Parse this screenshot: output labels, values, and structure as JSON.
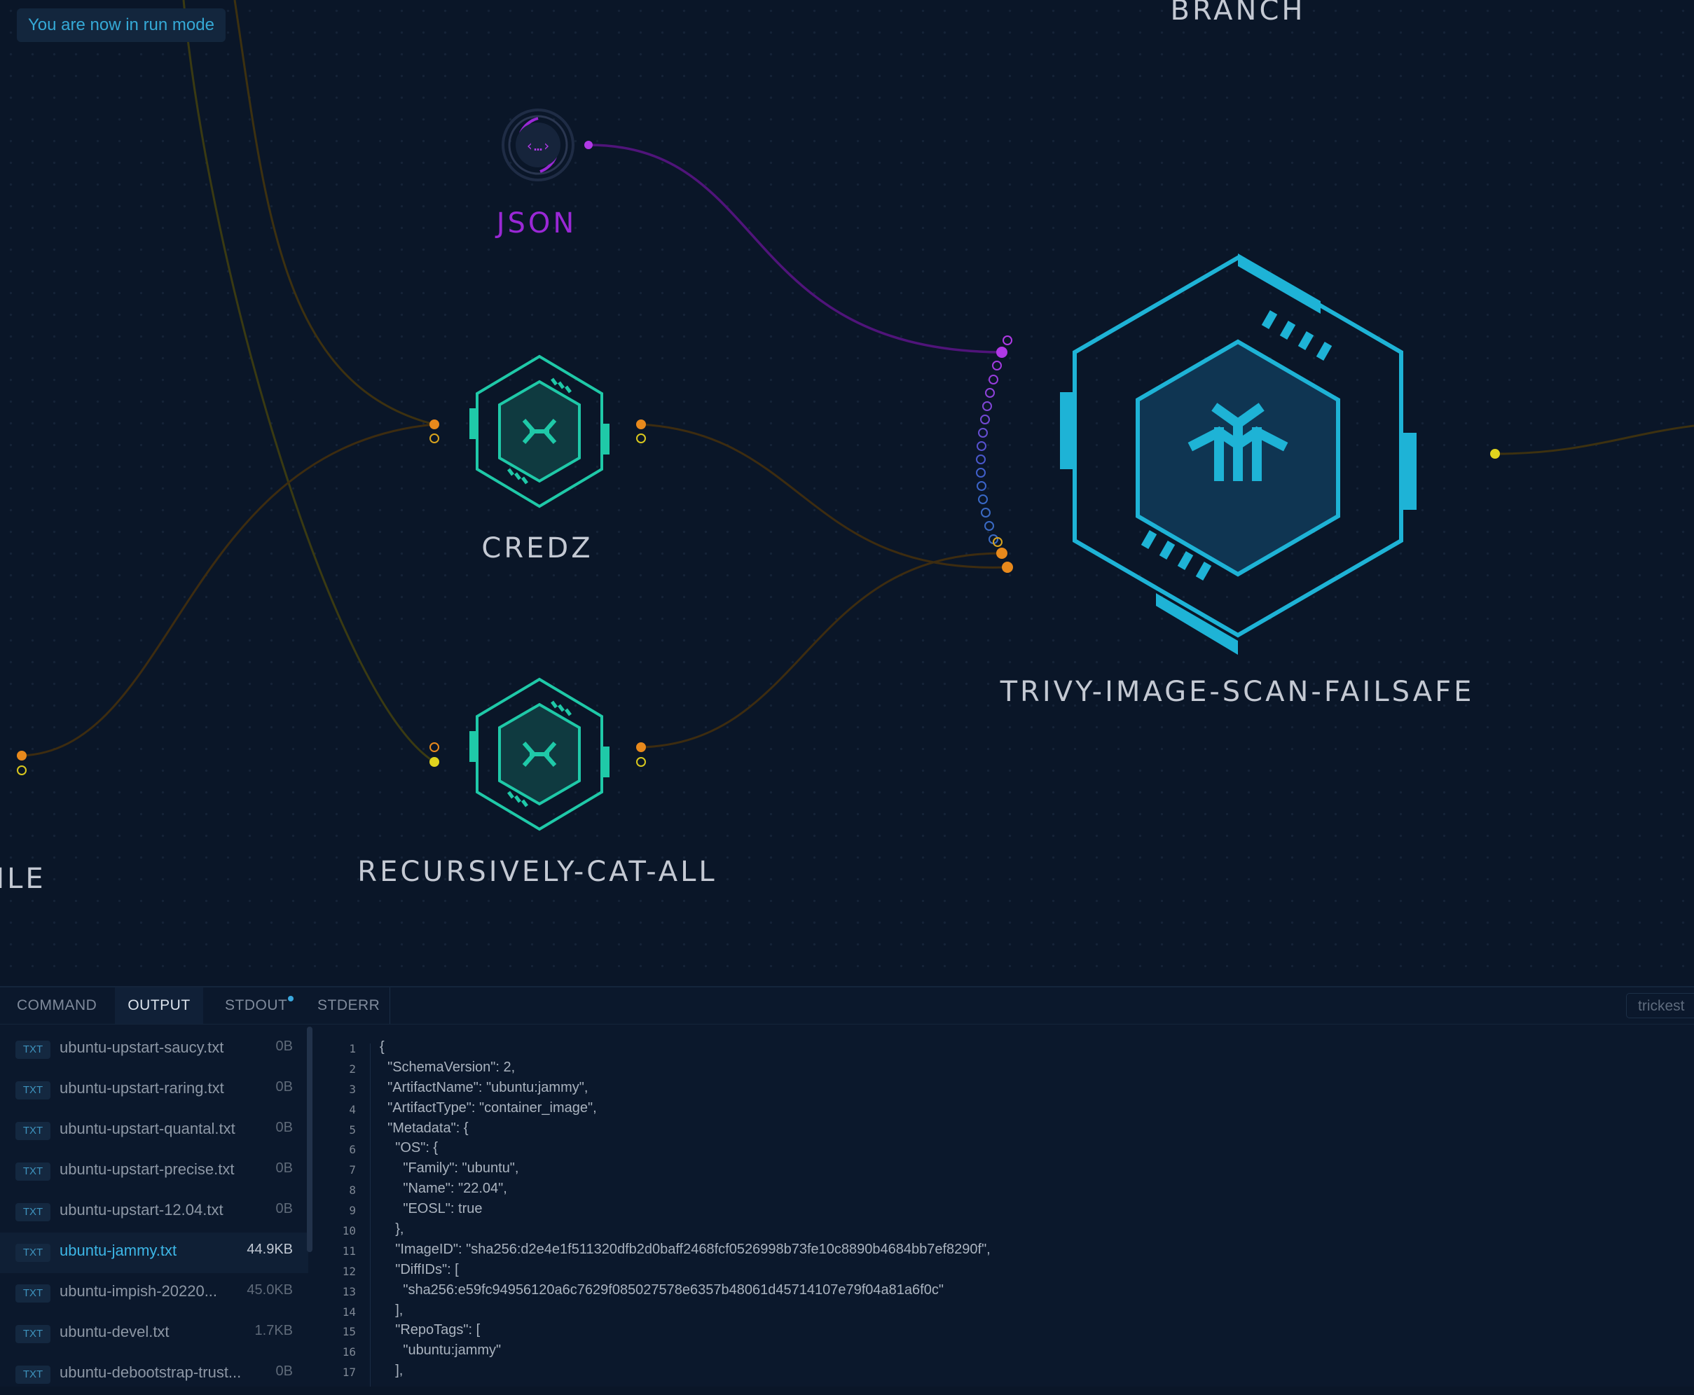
{
  "mode_banner": "You are now in run mode",
  "nodes": {
    "branch": "BRANCH",
    "json": "JSON",
    "credz": "CREDZ",
    "trivy": "TRIVY-IMAGE-SCAN-FAILSAFE",
    "recursive": "RECURSIVELY-CAT-ALL",
    "file_partial": "ILE"
  },
  "colors": {
    "json_accent": "#9a28d6",
    "tool_accent": "#1fc9a8",
    "trivy_accent": "#1eb3d6",
    "edge_orange": "#e8891c",
    "edge_yellow": "#d9c81e",
    "edge_purple": "#8a1eb8"
  },
  "icons": {
    "json": "code-braces-icon",
    "credz": "tool-node-icon",
    "recursive": "tool-node-icon",
    "trivy": "trivy-scan-icon"
  },
  "bottom_panel": {
    "tabs": [
      {
        "label": "COMMAND",
        "active": false
      },
      {
        "label": "OUTPUT",
        "active": true
      },
      {
        "label": "STDOUT",
        "active": false
      },
      {
        "label": "STDERR",
        "active": false
      }
    ],
    "search_placeholder": "trickest",
    "files": [
      {
        "type": "TXT",
        "name": "ubuntu-upstart-saucy.txt",
        "size": "0B",
        "selected": false
      },
      {
        "type": "TXT",
        "name": "ubuntu-upstart-raring.txt",
        "size": "0B",
        "selected": false
      },
      {
        "type": "TXT",
        "name": "ubuntu-upstart-quantal.txt",
        "size": "0B",
        "selected": false
      },
      {
        "type": "TXT",
        "name": "ubuntu-upstart-precise.txt",
        "size": "0B",
        "selected": false
      },
      {
        "type": "TXT",
        "name": "ubuntu-upstart-12.04.txt",
        "size": "0B",
        "selected": false
      },
      {
        "type": "TXT",
        "name": "ubuntu-jammy.txt",
        "size": "44.9KB",
        "selected": true
      },
      {
        "type": "TXT",
        "name": "ubuntu-impish-20220...",
        "size": "45.0KB",
        "selected": false
      },
      {
        "type": "TXT",
        "name": "ubuntu-devel.txt",
        "size": "1.7KB",
        "selected": false
      },
      {
        "type": "TXT",
        "name": "ubuntu-debootstrap-trust...",
        "size": "0B",
        "selected": false
      }
    ],
    "code_lines": [
      {
        "n": "1",
        "text": "{"
      },
      {
        "n": "2",
        "text": "  \"SchemaVersion\": 2,"
      },
      {
        "n": "3",
        "text": "  \"ArtifactName\": \"ubuntu:jammy\","
      },
      {
        "n": "4",
        "text": "  \"ArtifactType\": \"container_image\","
      },
      {
        "n": "5",
        "text": "  \"Metadata\": {"
      },
      {
        "n": "6",
        "text": "    \"OS\": {"
      },
      {
        "n": "7",
        "text": "      \"Family\": \"ubuntu\","
      },
      {
        "n": "8",
        "text": "      \"Name\": \"22.04\","
      },
      {
        "n": "9",
        "text": "      \"EOSL\": true"
      },
      {
        "n": "10",
        "text": "    },"
      },
      {
        "n": "11",
        "text": "    \"ImageID\": \"sha256:d2e4e1f511320dfb2d0baff2468fcf0526998b73fe10c8890b4684bb7ef8290f\","
      },
      {
        "n": "12",
        "text": "    \"DiffIDs\": ["
      },
      {
        "n": "13",
        "text": "      \"sha256:e59fc94956120a6c7629f085027578e6357b48061d45714107e79f04a81a6f0c\""
      },
      {
        "n": "14",
        "text": "    ],"
      },
      {
        "n": "15",
        "text": "    \"RepoTags\": ["
      },
      {
        "n": "16",
        "text": "      \"ubuntu:jammy\""
      },
      {
        "n": "17",
        "text": "    ],"
      }
    ]
  }
}
